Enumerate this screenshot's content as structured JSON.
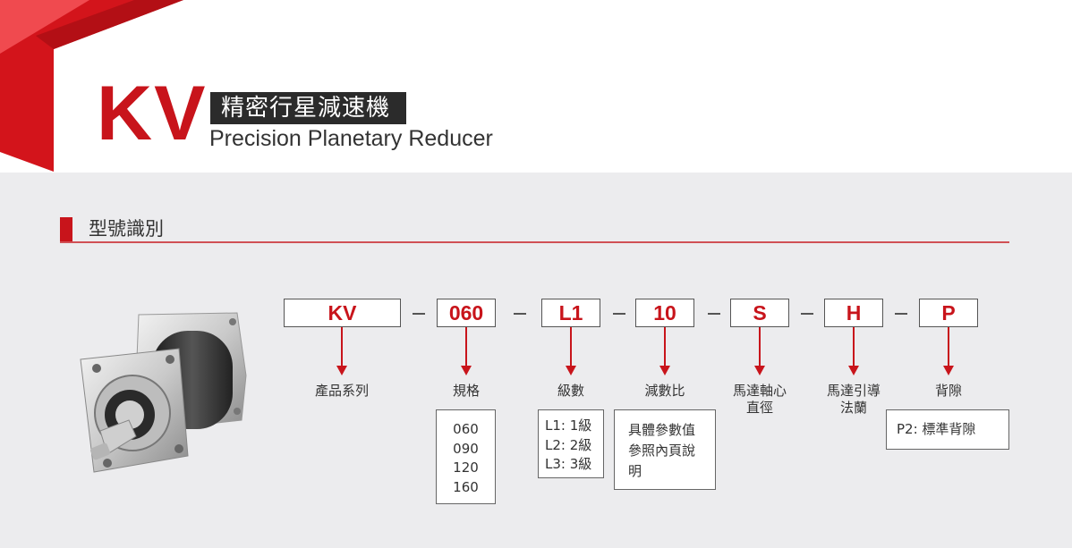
{
  "header": {
    "logo": "KV",
    "title_cn": "精密行星減速機",
    "title_en": "Precision Planetary Reducer"
  },
  "section": {
    "title": "型號識別"
  },
  "model_code": {
    "segments": [
      {
        "code": "KV",
        "label": "產品系列"
      },
      {
        "code": "060",
        "label": "規格"
      },
      {
        "code": "L1",
        "label": "級數"
      },
      {
        "code": "10",
        "label": "減數比"
      },
      {
        "code": "S",
        "label_line1": "馬達軸心",
        "label_line2": "直徑"
      },
      {
        "code": "H",
        "label_line1": "馬達引導",
        "label_line2": "法蘭"
      },
      {
        "code": "P",
        "label": "背隙"
      }
    ],
    "details": {
      "size_options": [
        "060",
        "090",
        "120",
        "160"
      ],
      "stage_options": [
        "L1: 1級",
        "L2: 2級",
        "L3: 3級"
      ],
      "ratio_note": [
        "具體參數值",
        "參照內頁說",
        "明"
      ],
      "backlash": "P2: 標準背隙"
    }
  },
  "colors": {
    "brand_red": "#c8141b",
    "dark": "#2b2b2b",
    "background": "#ececee"
  }
}
